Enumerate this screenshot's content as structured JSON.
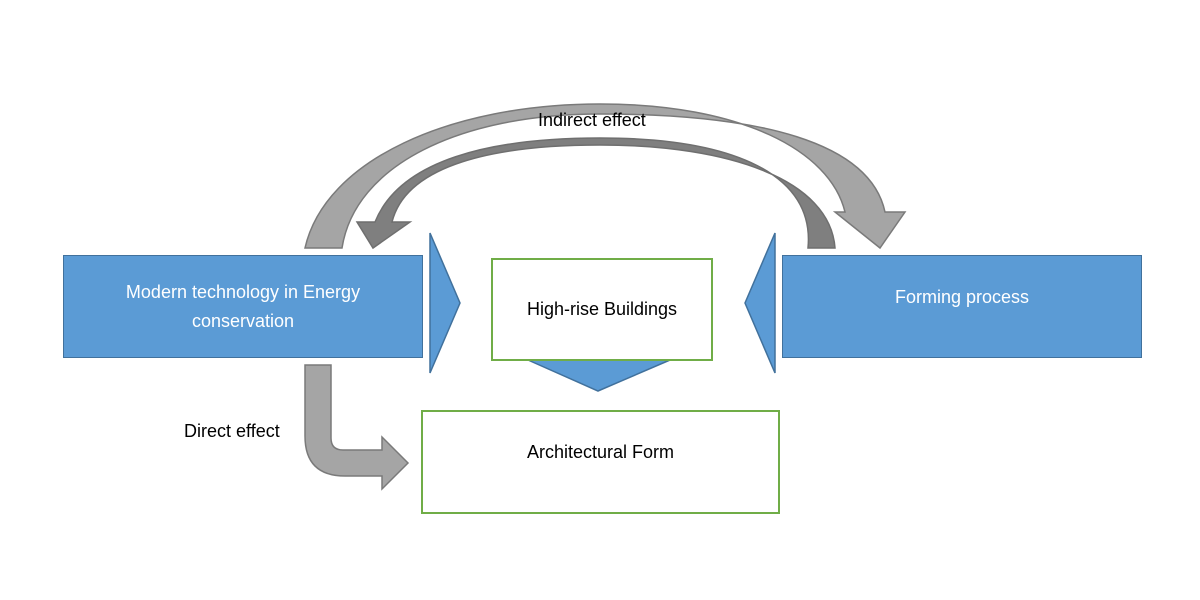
{
  "nodes": {
    "energy_tech": {
      "label": "Modern technology in Energy conservation"
    },
    "high_rise": {
      "label": "High-rise Buildings"
    },
    "forming_process": {
      "label": "Forming process"
    },
    "architectural_form": {
      "label": "Architectural Form"
    }
  },
  "edges": {
    "indirect": {
      "label": "Indirect effect"
    },
    "direct": {
      "label": "Direct effect"
    }
  },
  "colors": {
    "box_fill": "#5b9bd5",
    "box_border": "#41719c",
    "outline_green": "#70ad47",
    "arrow_gray": "#a5a5a5",
    "arrow_dark": "#7f7f7f",
    "arrow_stroke": "#7a7a7a"
  }
}
